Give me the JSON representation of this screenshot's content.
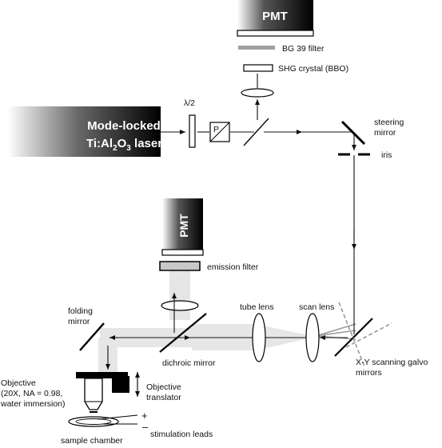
{
  "labels": {
    "pmt_top": "PMT",
    "bg39_filter": "BG 39 filter",
    "shg_crystal": "SHG crystal (BBO)",
    "half_wave": "λ/2",
    "polarizer": "P",
    "laser_line1": "Mode-locked",
    "laser_line2_a": "Ti:Al",
    "laser_line2_sub1": "2",
    "laser_line2_b": "O",
    "laser_line2_sub2": "3",
    "laser_line2_c": " laser",
    "steering_mirror_1": "steering",
    "steering_mirror_2": "mirror",
    "iris": "iris",
    "pmt_side": "PMT",
    "emission_filter": "emission filter",
    "folding_mirror_1": "folding",
    "folding_mirror_2": "mirror",
    "tube_lens": "tube lens",
    "scan_lens": "scan lens",
    "dichroic_mirror": "dichroic mirror",
    "galvo_1": "X-Y scanning galvo",
    "galvo_2": "mirrors",
    "objective_1": "Objective",
    "objective_2": "(20X, NA = 0.98,",
    "objective_3": "water immersion)",
    "translator_1": "Objective",
    "translator_2": "translator",
    "plus": "+",
    "minus": "–",
    "stimulation_leads": "stimulation leads",
    "sample_chamber": "sample chamber"
  }
}
